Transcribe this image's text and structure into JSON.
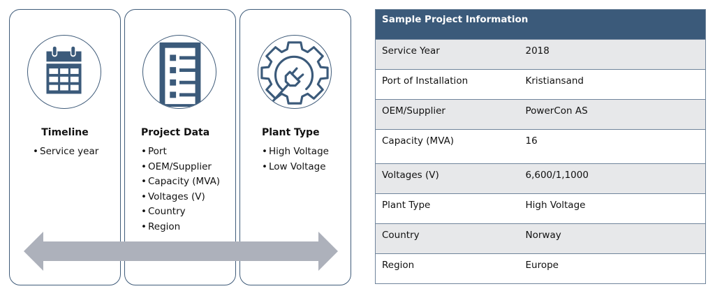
{
  "colors": {
    "accent_navy": "#3b5a7a",
    "card_border": "#3f5b79",
    "arrow_gray": "#adb1bb",
    "row_shade": "#e7e8ea"
  },
  "cards": [
    {
      "id": "timeline",
      "icon": "calendar-icon",
      "title": "Timeline",
      "bullets": [
        "Service year"
      ]
    },
    {
      "id": "project",
      "icon": "document-list-icon",
      "title": "Project Data",
      "bullets": [
        "Port",
        "OEM/Supplier",
        "Capacity (MVA)",
        "Voltages (V)",
        "Country",
        "Region"
      ]
    },
    {
      "id": "plant",
      "icon": "gear-plug-icon",
      "title": "Plant Type",
      "bullets": [
        "High Voltage",
        "Low Voltage"
      ]
    }
  ],
  "bullet_glyph": "•",
  "arrow": {
    "icon": "double-headed-arrow-icon"
  },
  "table": {
    "title": "Sample Project Information",
    "rows": [
      {
        "label": "Service Year",
        "value": "2018"
      },
      {
        "label": "Port of Installation",
        "value": "Kristiansand"
      },
      {
        "label": "OEM/Supplier",
        "value": "PowerCon AS"
      },
      {
        "label": "Capacity (MVA)",
        "value": "16"
      },
      {
        "label": "Voltages (V)",
        "value": "6,600/1,1000"
      },
      {
        "label": "Plant Type",
        "value": "High Voltage"
      },
      {
        "label": "Country",
        "value": "Norway"
      },
      {
        "label": "Region",
        "value": "Europe"
      }
    ]
  }
}
